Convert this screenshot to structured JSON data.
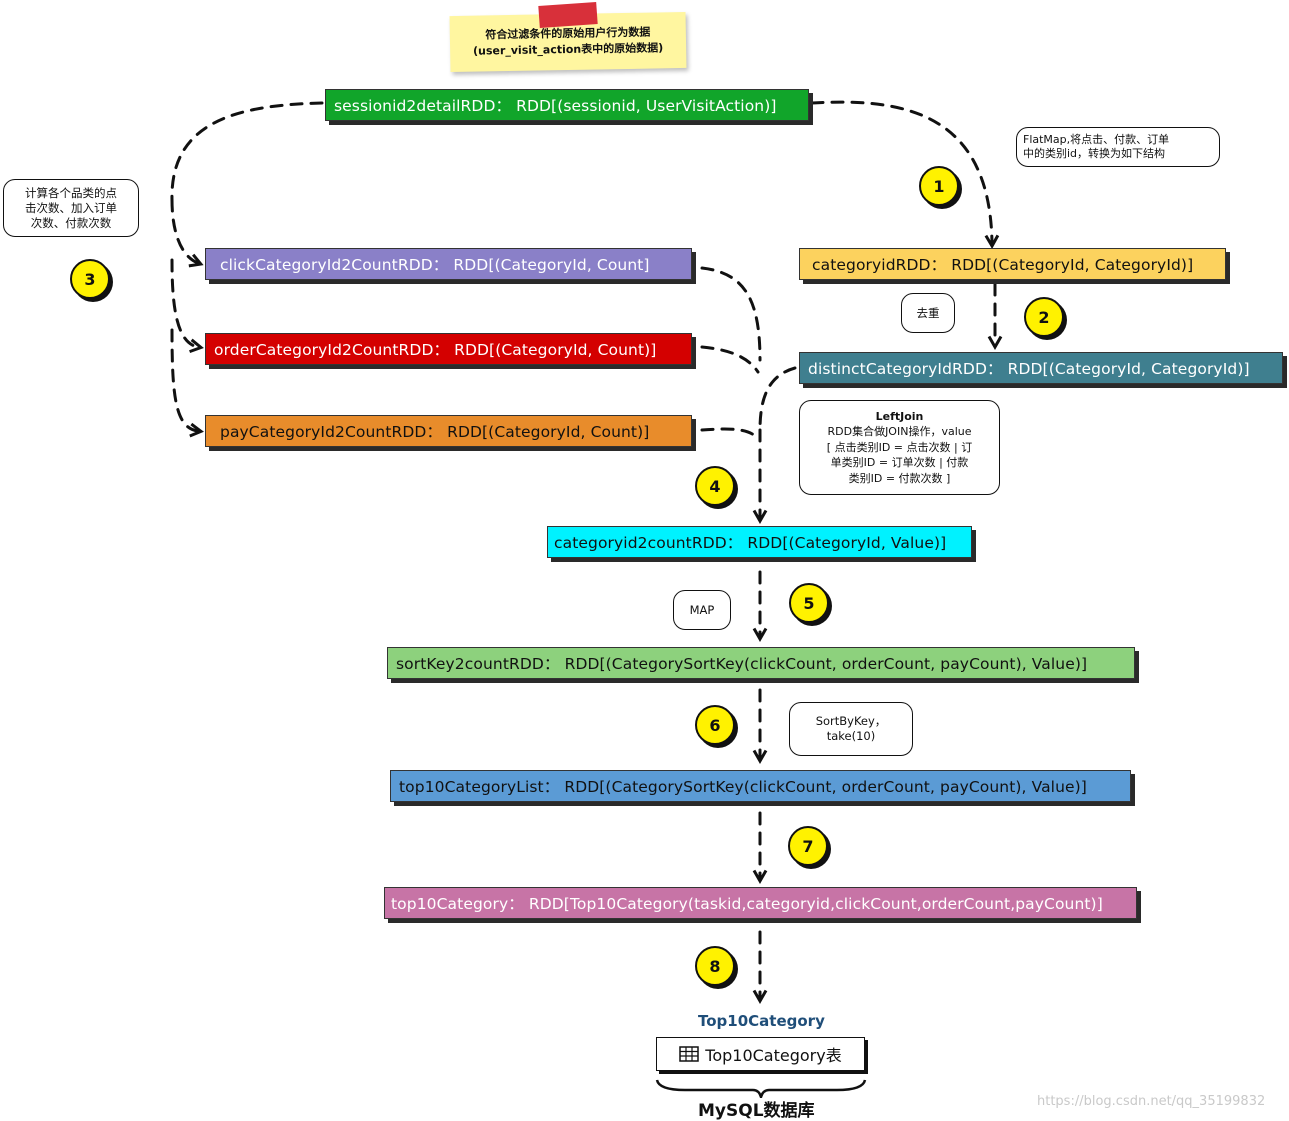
{
  "note": {
    "line1": "符合过滤条件的原始用户行为数据",
    "line2": "(user_visit_action表中的原始数据)"
  },
  "boxes": {
    "session": "sessionid2detailRDD：  RDD[(sessionid, UserVisitAction)]",
    "click": "clickCategoryId2CountRDD：  RDD[(CategoryId, Count]",
    "order": "orderCategoryId2CountRDD：  RDD[(CategoryId, Count)]",
    "pay": "payCategoryId2CountRDD：  RDD[(CategoryId, Count)]",
    "categoryid": "categoryidRDD：  RDD[(CategoryId, CategoryId)]",
    "distinct": "distinctCategoryIdRDD：  RDD[(CategoryId, CategoryId)]",
    "count": "categoryid2countRDD：  RDD[(CategoryId, Value)]",
    "sortkey": "sortKey2countRDD：  RDD[(CategorySortKey(clickCount, orderCount, payCount), Value)]",
    "top10list": "top10CategoryList：  RDD[(CategorySortKey(clickCount, orderCount, payCount), Value)]",
    "top10cat": "top10Category：  RDD[Top10Category(taskid,categoryid,clickCount,orderCount,payCount)]"
  },
  "steps": [
    "1",
    "2",
    "3",
    "4",
    "5",
    "6",
    "7",
    "8"
  ],
  "bubbles": {
    "flatmap": [
      "FlatMap,将点击、付款、订单",
      "中的类别id，转换为如下结构"
    ],
    "dedupe": [
      "去重"
    ],
    "count_each": [
      "计算各个品类的点",
      "击次数、加入订单",
      "次数、付款次数"
    ],
    "leftjoin": [
      "LeftJoin",
      "RDD集合做JOIN操作，value",
      "[ 点击类别ID = 点击次数 | 订",
      "单类别ID = 订单次数 | 付款",
      "类别ID = 付款次数 ]"
    ],
    "map": [
      "MAP"
    ],
    "sortby": [
      "SortByKey，",
      "take(10)"
    ]
  },
  "database": {
    "title": "Top10Category",
    "table": "Top10Category表",
    "label": "MySQL数据库",
    "table_icon": "table-grid-icon"
  },
  "watermark": "https://blog.csdn.net/qq_35199832",
  "colors": {
    "session": "#11a52a",
    "click": "#8a80c8",
    "order": "#d40000",
    "pay": "#e88c2b",
    "categoryid": "#fcd25e",
    "distinct": "#3f7f8f",
    "count": "#00f2ff",
    "sortkey": "#8dd17d",
    "top10list": "#5b9bd5",
    "top10cat": "#c774a6",
    "step_circle": "#fff200",
    "note": "#fff6a0",
    "tape": "#d8303a"
  }
}
